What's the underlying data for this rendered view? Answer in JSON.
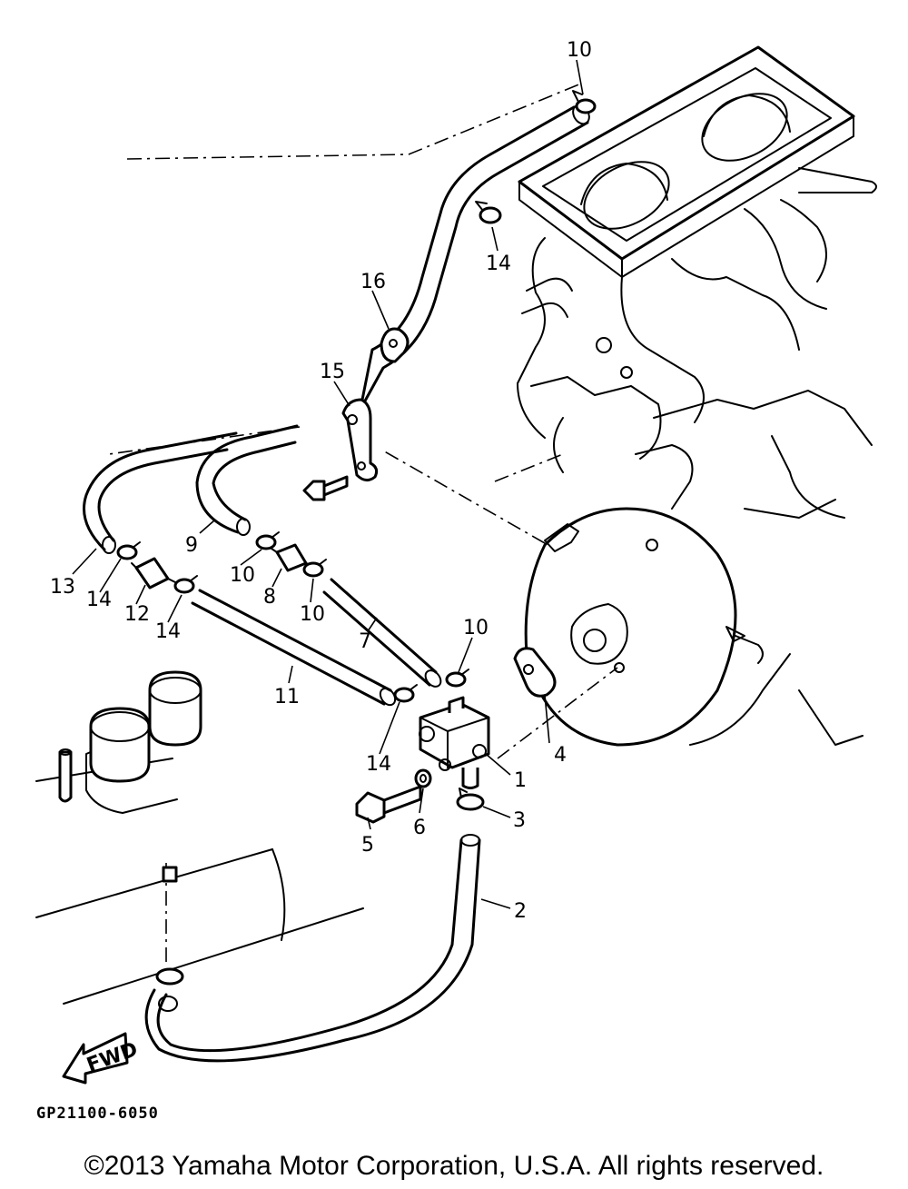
{
  "diagram": {
    "callouts": [
      "10",
      "14",
      "16",
      "15",
      "9",
      "13",
      "14",
      "12",
      "14",
      "10",
      "8",
      "10",
      "7",
      "11",
      "10",
      "14",
      "1",
      "4",
      "6",
      "5",
      "3",
      "2"
    ],
    "fwd_label": "FWD"
  },
  "footer": {
    "drawing_code": "GP21100-6050",
    "copyright": "©2013 Yamaha Motor Corporation, U.S.A. All rights reserved."
  }
}
